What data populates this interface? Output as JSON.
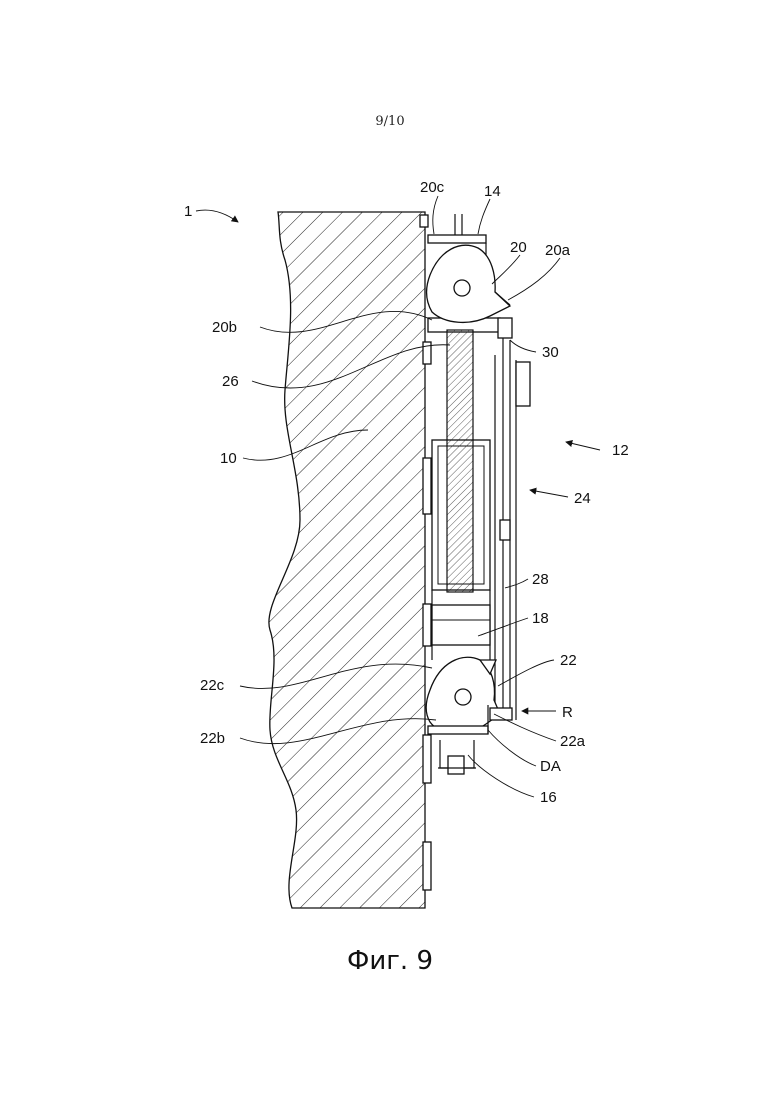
{
  "page": {
    "number": "9/10"
  },
  "figure": {
    "caption": "Фиг. 9"
  },
  "labels": {
    "l1": "1",
    "l20c": "20c",
    "l14": "14",
    "l20": "20",
    "l20a": "20a",
    "l20b": "20b",
    "l30": "30",
    "l26": "26",
    "l12": "12",
    "l10": "10",
    "l24": "24",
    "l28": "28",
    "l18": "18",
    "l22": "22",
    "l22c": "22c",
    "lR": "R",
    "l22b": "22b",
    "l22a": "22a",
    "lDA": "DA",
    "l16": "16"
  }
}
